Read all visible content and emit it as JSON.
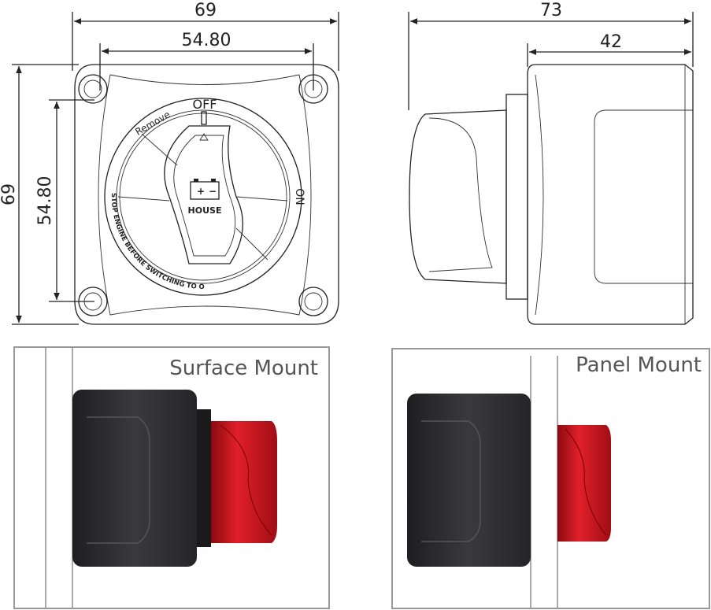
{
  "front_view": {
    "width_overall": "69",
    "width_holes": "54.80",
    "height_overall": "69",
    "height_holes": "54.80",
    "dial": {
      "off_label": "OFF",
      "on_label": "ON",
      "remove_label": "Remove",
      "bank_label": "HOUSE",
      "warning": "STOP ENGINE BEFORE SWITCHING TO OFF"
    }
  },
  "side_view": {
    "depth_overall": "73",
    "depth_body": "42"
  },
  "mount_panels": [
    {
      "label": "Surface Mount"
    },
    {
      "label": "Panel Mount"
    }
  ],
  "colors": {
    "knob": "#c8101a",
    "body": "#2e2e30",
    "line": "#222222"
  }
}
